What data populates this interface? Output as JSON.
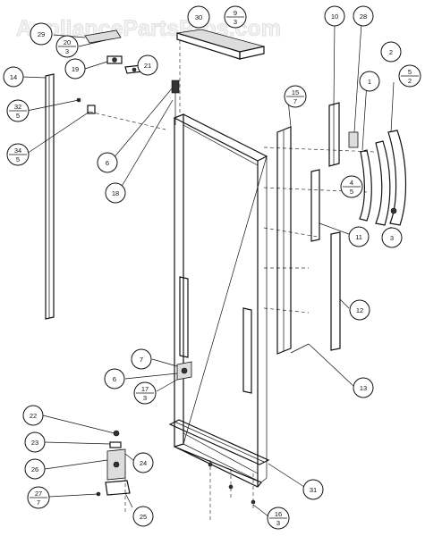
{
  "watermark": "AppliancePartsPros.com",
  "callouts": {
    "c30": "30",
    "c9_3_top": "9",
    "c9_3_bot": "3",
    "c10": "10",
    "c28": "28",
    "c29": "29",
    "c20_3_top": "20",
    "c20_3_bot": "3",
    "c19": "19",
    "c21": "21",
    "c14": "14",
    "c32_5_top": "32",
    "c32_5_bot": "5",
    "c34_5_top": "34",
    "c34_5_bot": "5",
    "c6_upper": "6",
    "c18": "18",
    "c15_7_top": "15",
    "c15_7_bot": "7",
    "c1": "1",
    "c2": "2",
    "c5_2_top": "5",
    "c5_2_bot": "2",
    "c4_5_top": "4",
    "c4_5_bot": "5",
    "c3": "3",
    "c11": "11",
    "c12": "12",
    "c13": "13",
    "c7": "7",
    "c6_lower": "6",
    "c17_3_top": "17",
    "c17_3_bot": "3",
    "c22": "22",
    "c23": "23",
    "c26": "26",
    "c24": "24",
    "c27_7_top": "27",
    "c27_7_bot": "7",
    "c25": "25",
    "c31": "31",
    "c16_3_top": "16",
    "c16_3_bot": "3"
  }
}
